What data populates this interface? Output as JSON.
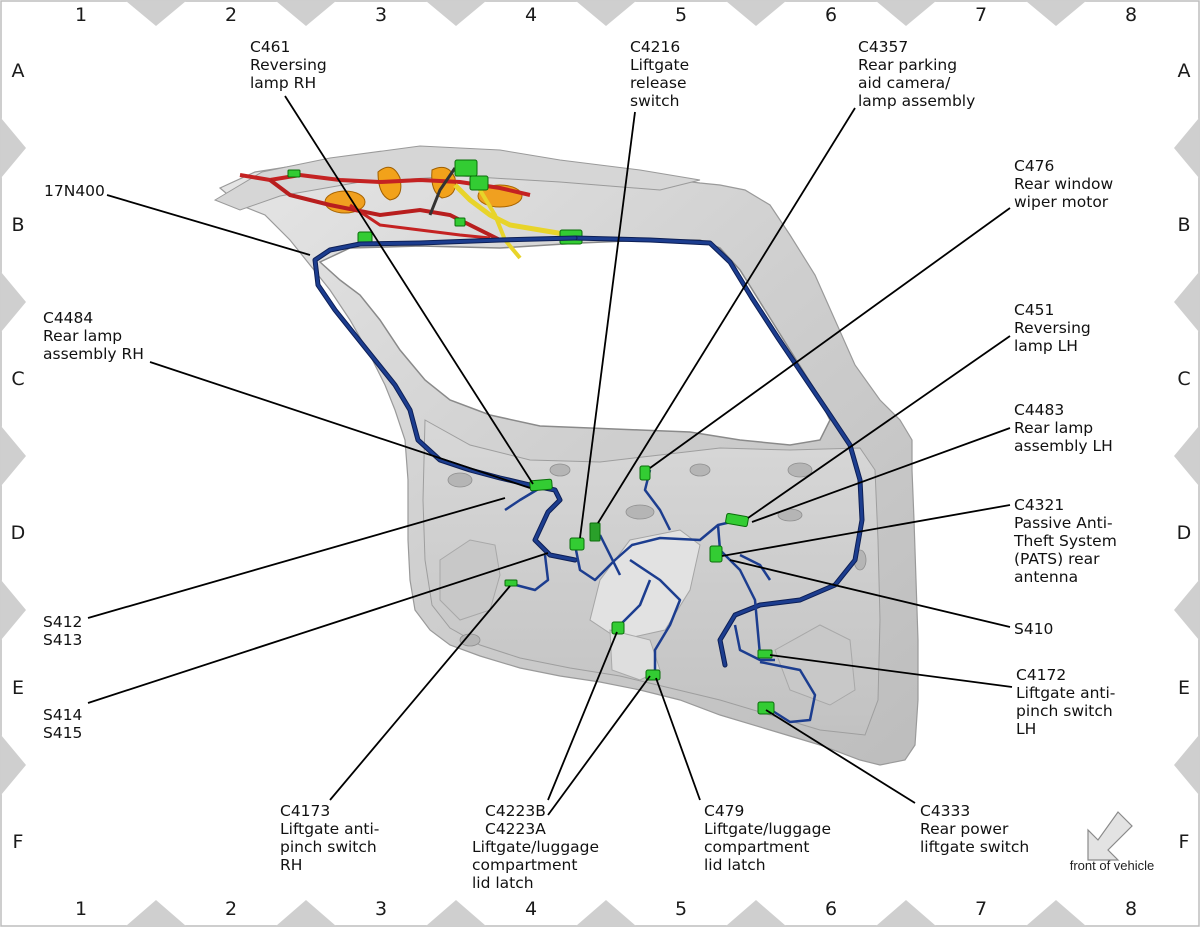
{
  "grid": {
    "columns": [
      "1",
      "2",
      "3",
      "4",
      "5",
      "6",
      "7",
      "8"
    ],
    "rows": [
      "A",
      "B",
      "C",
      "D",
      "E",
      "F"
    ]
  },
  "callouts": [
    {
      "id": "c461",
      "lines": [
        "C461",
        "Reversing",
        "lamp RH"
      ]
    },
    {
      "id": "c4216",
      "lines": [
        "C4216",
        "Liftgate",
        "release",
        "switch"
      ]
    },
    {
      "id": "c4357",
      "lines": [
        "C4357",
        "Rear parking",
        "aid camera/",
        "lamp assembly"
      ]
    },
    {
      "id": "n17n400",
      "lines": [
        "17N400"
      ]
    },
    {
      "id": "c476",
      "lines": [
        "C476",
        "Rear window",
        "wiper motor"
      ]
    },
    {
      "id": "c4484",
      "lines": [
        "C4484",
        "Rear lamp",
        "assembly RH"
      ]
    },
    {
      "id": "c451",
      "lines": [
        "C451",
        "Reversing",
        "lamp LH"
      ]
    },
    {
      "id": "c4483",
      "lines": [
        "C4483",
        "Rear lamp",
        "assembly LH"
      ]
    },
    {
      "id": "c4321",
      "lines": [
        "C4321",
        "Passive Anti-",
        "Theft System",
        "(PATS) rear",
        "antenna"
      ]
    },
    {
      "id": "s412",
      "lines": [
        "S412",
        "S413"
      ]
    },
    {
      "id": "s410",
      "lines": [
        "S410"
      ]
    },
    {
      "id": "s414",
      "lines": [
        "S414",
        "S415"
      ]
    },
    {
      "id": "c4172",
      "lines": [
        "C4172",
        "Liftgate anti-",
        "pinch switch",
        "LH"
      ]
    },
    {
      "id": "c4173",
      "lines": [
        "C4173",
        "Liftgate anti-",
        "pinch switch",
        "RH"
      ]
    },
    {
      "id": "c4223",
      "lines": [
        "C4223B",
        "C4223A",
        "Liftgate/luggage",
        "compartment",
        "lid latch"
      ]
    },
    {
      "id": "c479",
      "lines": [
        "C479",
        "Liftgate/luggage",
        "compartment",
        "lid latch"
      ]
    },
    {
      "id": "c4333",
      "lines": [
        "C4333",
        "Rear power",
        "liftgate switch"
      ]
    }
  ],
  "orientation": {
    "label": "front of vehicle",
    "icon": "arrow-down-left-icon"
  },
  "colors": {
    "harness_main": "#1c3d8f",
    "connector": "#33cc33",
    "harness_upper_red": "#c42222",
    "harness_upper_yellow": "#e8d42a",
    "lamp_orange": "#f0a020",
    "panel_gray": "#d2d2d2",
    "frame_marker": "#cfcfcf"
  }
}
